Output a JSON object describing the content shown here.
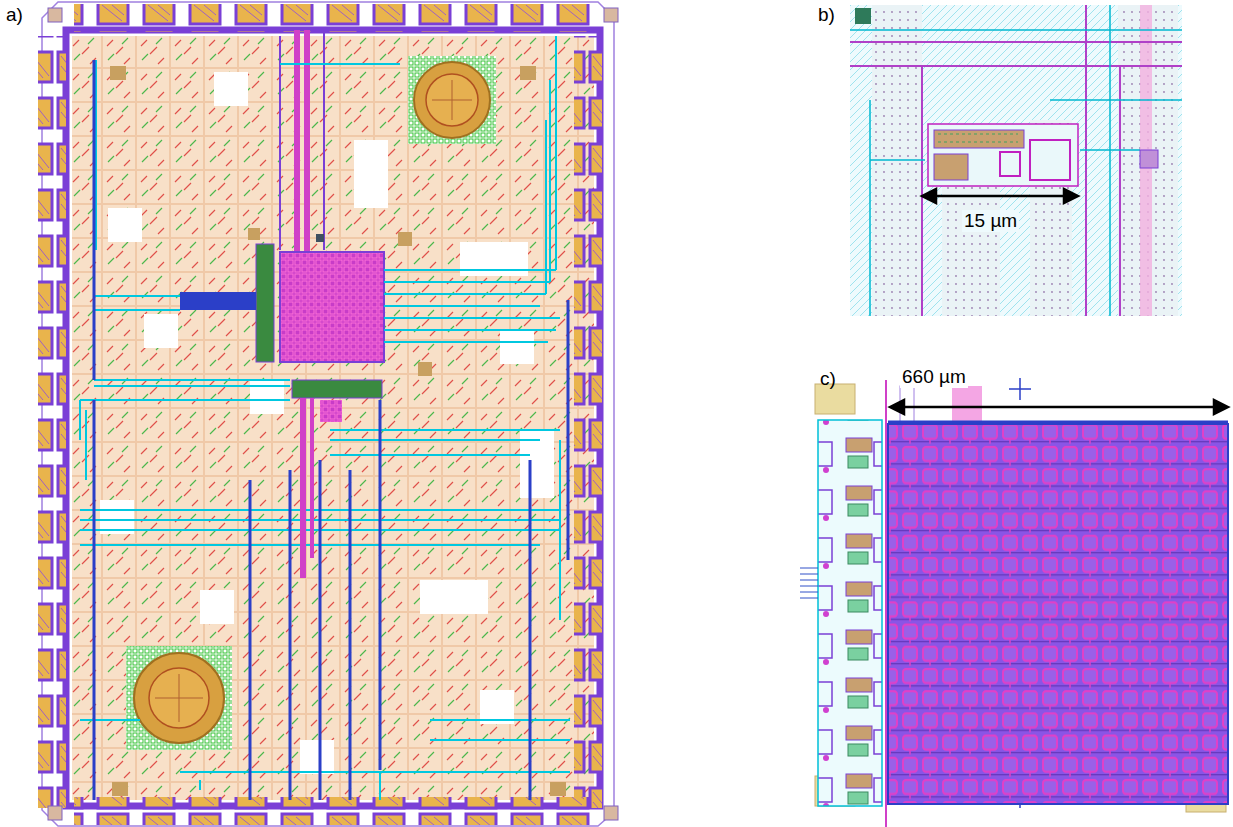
{
  "diagram": {
    "labels": [
      "a)",
      "b)",
      "c)",
      "15 µm",
      "660 µm"
    ]
  }
}
